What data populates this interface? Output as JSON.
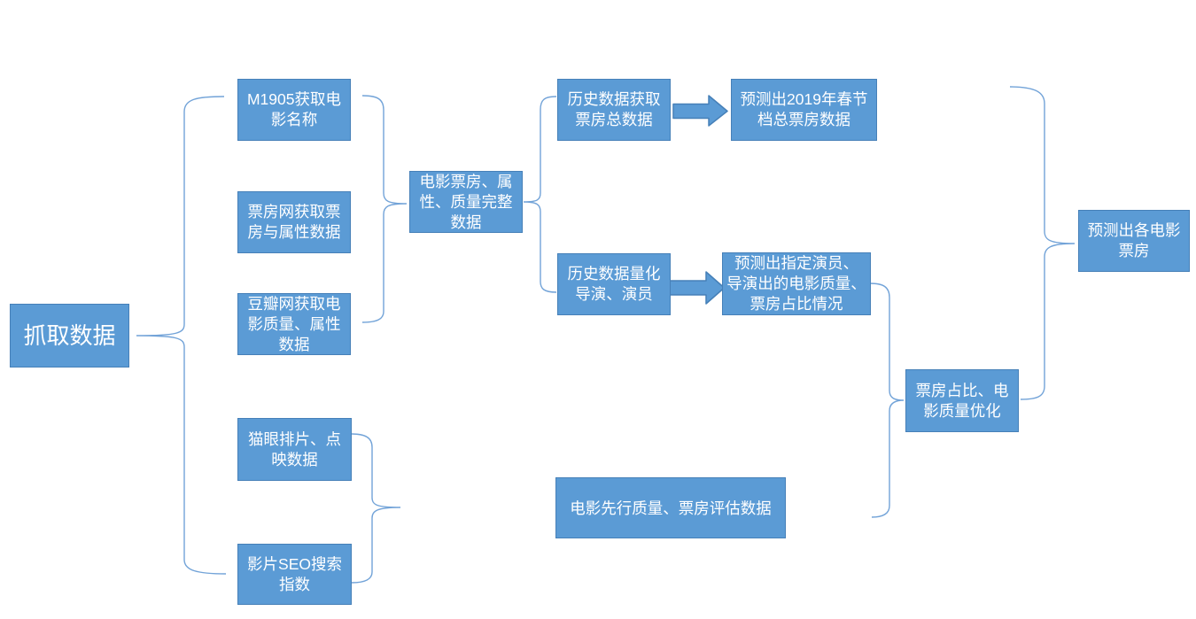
{
  "diagram": {
    "title": "movie-box-office-prediction-flowchart",
    "colors": {
      "box_fill": "#5b9bd5",
      "box_border": "#4680b8",
      "connector_line": "#72a3d8",
      "text": "#ffffff",
      "background": "#ffffff"
    },
    "nodes": {
      "grab": {
        "label": "抓取数据"
      },
      "m1905": {
        "label": "M1905获取电\n影名称"
      },
      "piaofang": {
        "label": "票房网获取票\n房与属性数据"
      },
      "douban": {
        "label": "豆瓣网获取电\n影质量、属性\n数据"
      },
      "maoyan": {
        "label": "猫眼排片、点\n映数据"
      },
      "seo": {
        "label": "影片SEO搜索\n指数"
      },
      "complete": {
        "label": "电影票房、属\n性、质量完整\n数据"
      },
      "hist_total": {
        "label": "历史数据获取\n票房总数据"
      },
      "hist_quant": {
        "label": "历史数据量化\n导演、演员"
      },
      "pred_2019": {
        "label": "预测出2019年春节\n档总票房数据"
      },
      "pred_actor": {
        "label": "预测出指定演员、\n导演出的电影质量、\n票房占比情况"
      },
      "pre_quality": {
        "label": "电影先行质量、票房评估数据"
      },
      "optimize": {
        "label": "票房占比、电\n影质量优化"
      },
      "pred_each": {
        "label": "预测出各电影\n票房"
      }
    }
  }
}
